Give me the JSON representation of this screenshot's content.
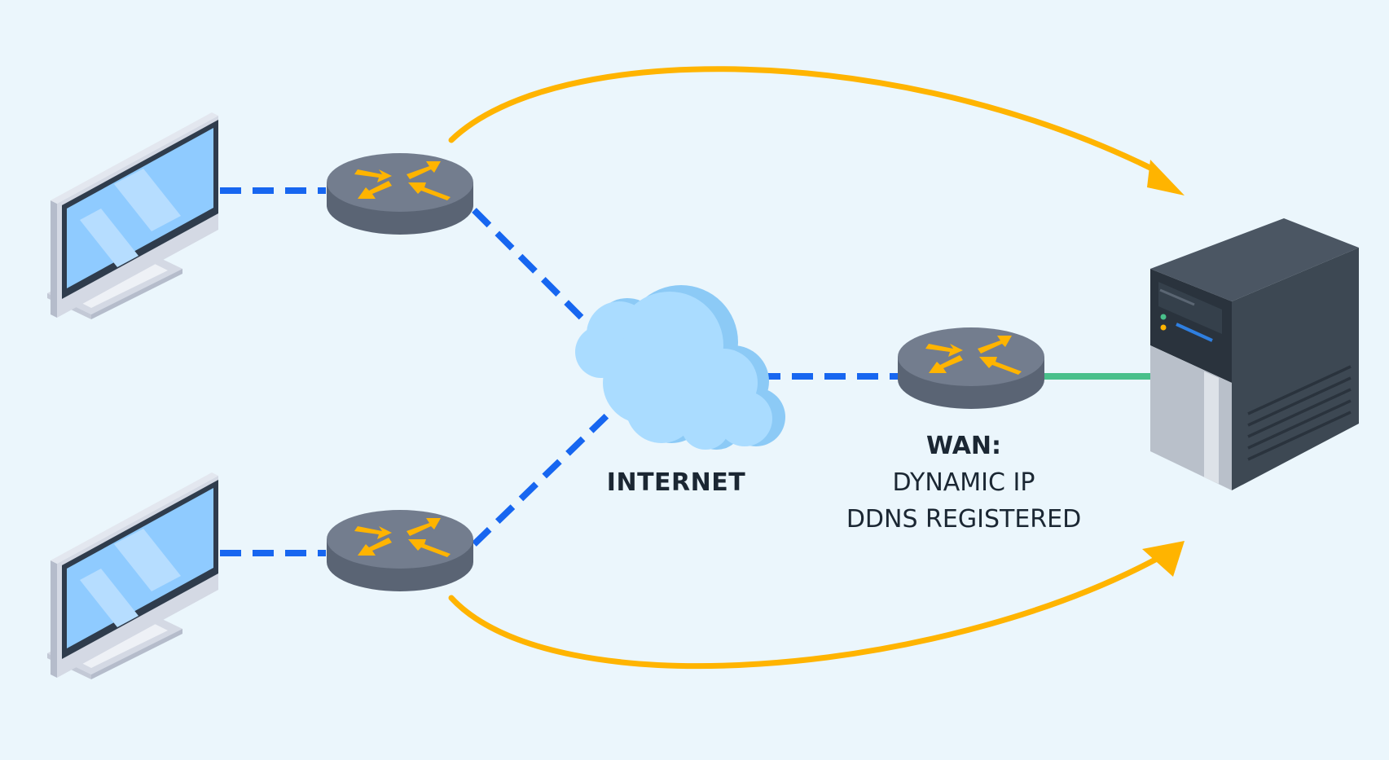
{
  "labels": {
    "internet": "INTERNET",
    "wan_title": "WAN:",
    "wan_line1": "DYNAMIC IP",
    "wan_line2": "DDNS REGISTERED"
  },
  "icons": {
    "monitor": "computer-monitor-icon",
    "router": "router-icon",
    "cloud": "cloud-icon",
    "server": "server-tower-icon"
  },
  "colors": {
    "background": "#ebf6fc",
    "link_dashed": "#1766f0",
    "link_lan": "#49c08b",
    "flow_arrow": "#ffb400",
    "router_top": "#737d8e",
    "router_side": "#5a6474",
    "router_arrows": "#ffb400",
    "cloud": "#aadcff",
    "cloud_shade": "#8ccaf6",
    "server_front": "#3d4853",
    "server_side": "#b9c0ca",
    "monitor_screen": "#8fcbff",
    "monitor_frame": "#2f3c4c",
    "monitor_stand": "#d4d9e4"
  }
}
